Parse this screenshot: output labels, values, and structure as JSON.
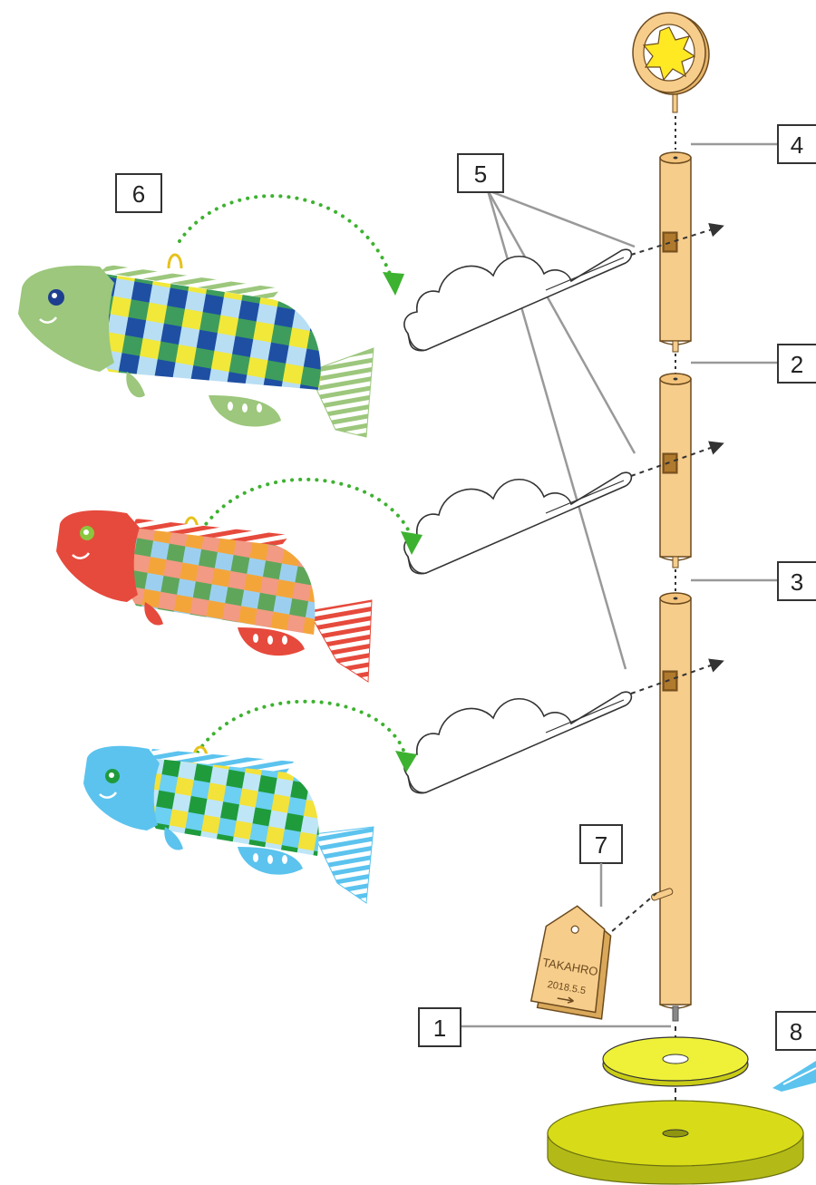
{
  "callouts": {
    "c1": "1",
    "c2": "2",
    "c3": "3",
    "c4": "4",
    "c5": "5",
    "c6": "6",
    "c7": "7",
    "c8": "8"
  },
  "name_tag": {
    "name": "TAKAHRO",
    "date": "2018.5.5"
  },
  "colors": {
    "pole": "#f7cd8c",
    "pole_stroke": "#6b4a1e",
    "arrow_green": "#3db230",
    "fish_green": "#9cc77c",
    "fish_red": "#e64a3c",
    "fish_blue": "#5bc3ee",
    "base_top": "#d8dc18",
    "base_side": "#b3ba17",
    "washer": "#eef138",
    "star": "#ffe923"
  },
  "icons": {
    "topper": "star-wheel-icon",
    "fish": "koinobori-icon",
    "cloud": "cloud-icon"
  }
}
